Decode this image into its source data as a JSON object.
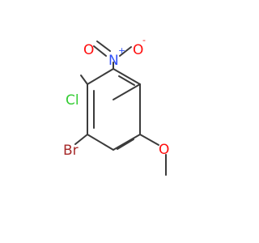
{
  "molecule": {
    "atoms": {
      "chlorine": {
        "symbol": "Cl",
        "color": "#33cc33"
      },
      "bromine": {
        "symbol": "Br",
        "color": "#a62929"
      },
      "nitro_nitrogen": {
        "symbol": "N",
        "charge": "+",
        "color": "#3050f8"
      },
      "nitro_oxygen_double": {
        "symbol": "O",
        "color": "#ff0d0d"
      },
      "nitro_oxygen_single": {
        "symbol": "O",
        "charge": "-",
        "color": "#ff0d0d"
      },
      "methoxy_oxygen": {
        "symbol": "O",
        "color": "#ff0d0d"
      }
    },
    "bond_color": "#3b3b3b"
  }
}
